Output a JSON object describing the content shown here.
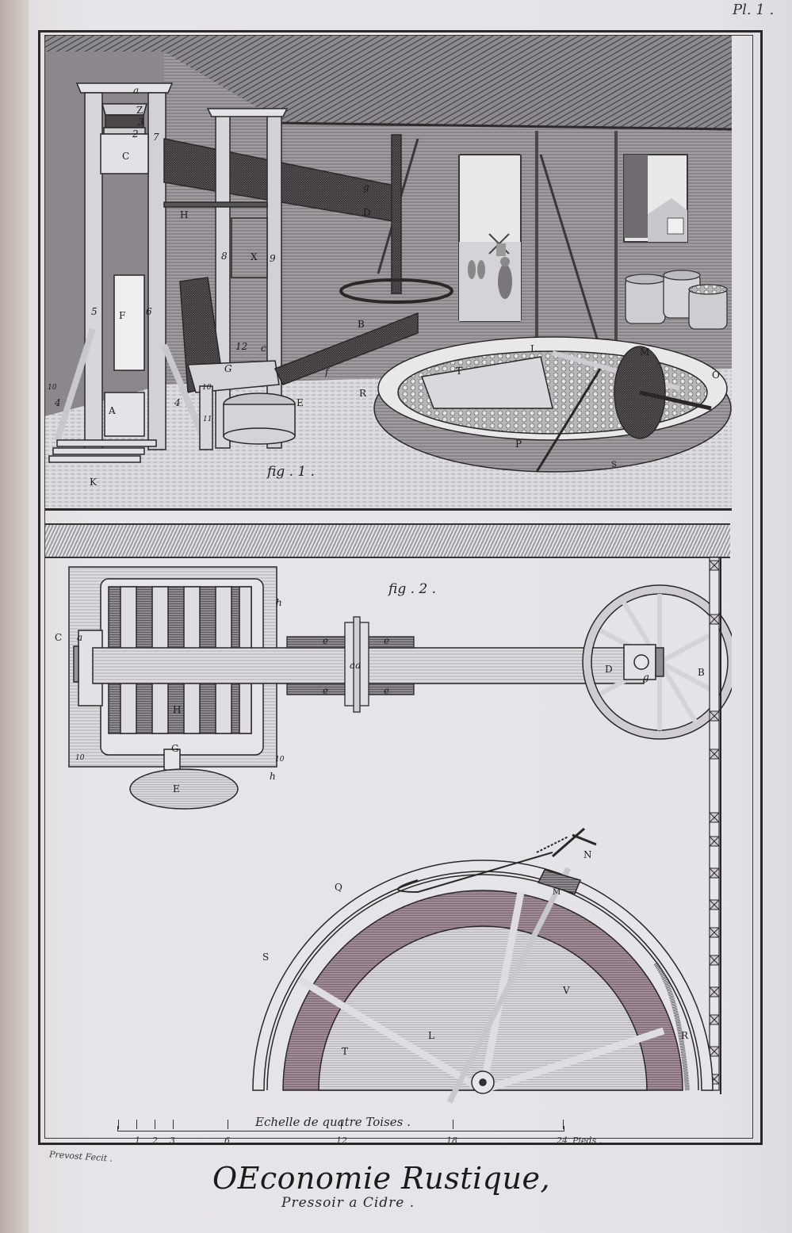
{
  "plate": {
    "number_label": "Pl. 1 ."
  },
  "figure1": {
    "caption": "fig . 1 .",
    "labels": {
      "a": "a",
      "Z": "Z",
      "n3": "3",
      "n2": "2",
      "n7": "7",
      "C": "C",
      "H": "H",
      "D": "D",
      "g": "g",
      "n8": "8",
      "X": "X",
      "n9": "9",
      "n5": "5",
      "F": "F",
      "n6": "6",
      "n12": "12",
      "c": "c",
      "G": "G",
      "n10a": "10",
      "n10b": "10",
      "n4a": "4",
      "n4b": "4",
      "A": "A",
      "n11": "11",
      "K": "K",
      "E": "E",
      "f": "f",
      "R": "R",
      "B": "B",
      "L": "L",
      "T": "T",
      "M": "M",
      "O": "O",
      "P": "P",
      "S": "S"
    }
  },
  "figure2": {
    "caption": "fig . 2 .",
    "labels": {
      "h_top": "h",
      "C": "C",
      "a": "a",
      "e1": "e",
      "e2": "e",
      "e3": "e",
      "e4": "e",
      "aa": "aa",
      "D": "D",
      "g": "g",
      "B": "B",
      "H": "H",
      "G": "G",
      "n10a": "10",
      "n10b": "10",
      "h_bot": "h",
      "E": "E"
    }
  },
  "figure3": {
    "labels": {
      "N": "N",
      "Q": "Q",
      "M": "M",
      "S": "S",
      "V": "V",
      "L": "L",
      "T": "T",
      "R": "R"
    }
  },
  "scale": {
    "title": "Echelle de quatre Toises .",
    "ticks": [
      "1",
      "2",
      "3",
      "6",
      "12",
      "18",
      "24"
    ],
    "unit": "Pieds ."
  },
  "credits": {
    "engraver": "Prevost Fecit ."
  },
  "title": {
    "main": "OEconomie Rustique,",
    "sub": "Pressoir a Cidre ."
  }
}
